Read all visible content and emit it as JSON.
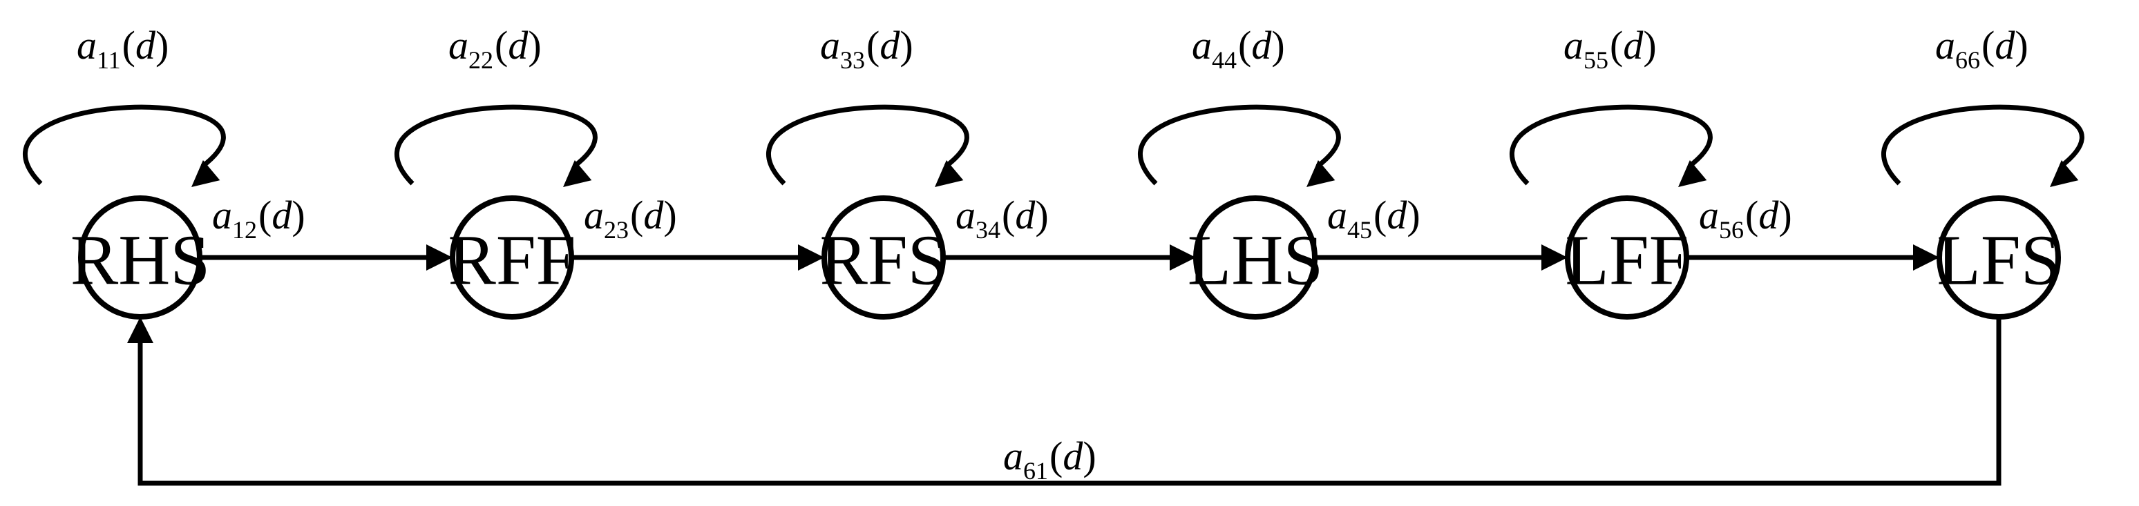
{
  "diagram": {
    "states": [
      {
        "id": "s1",
        "label": "RHS"
      },
      {
        "id": "s2",
        "label": "RFF"
      },
      {
        "id": "s3",
        "label": "RFS"
      },
      {
        "id": "s4",
        "label": "LHS"
      },
      {
        "id": "s5",
        "label": "LFF"
      },
      {
        "id": "s6",
        "label": "LFS"
      }
    ],
    "self_loops": [
      {
        "state": "s1",
        "symbol": "a",
        "subscript": "11",
        "arg": "d"
      },
      {
        "state": "s2",
        "symbol": "a",
        "subscript": "22",
        "arg": "d"
      },
      {
        "state": "s3",
        "symbol": "a",
        "subscript": "33",
        "arg": "d"
      },
      {
        "state": "s4",
        "symbol": "a",
        "subscript": "44",
        "arg": "d"
      },
      {
        "state": "s5",
        "symbol": "a",
        "subscript": "55",
        "arg": "d"
      },
      {
        "state": "s6",
        "symbol": "a",
        "subscript": "66",
        "arg": "d"
      }
    ],
    "transitions": [
      {
        "from": "s1",
        "to": "s2",
        "symbol": "a",
        "subscript": "12",
        "arg": "d"
      },
      {
        "from": "s2",
        "to": "s3",
        "symbol": "a",
        "subscript": "23",
        "arg": "d"
      },
      {
        "from": "s3",
        "to": "s4",
        "symbol": "a",
        "subscript": "34",
        "arg": "d"
      },
      {
        "from": "s4",
        "to": "s5",
        "symbol": "a",
        "subscript": "45",
        "arg": "d"
      },
      {
        "from": "s5",
        "to": "s6",
        "symbol": "a",
        "subscript": "56",
        "arg": "d"
      }
    ],
    "return_transition": {
      "from": "s6",
      "to": "s1",
      "symbol": "a",
      "subscript": "61",
      "arg": "d"
    }
  }
}
